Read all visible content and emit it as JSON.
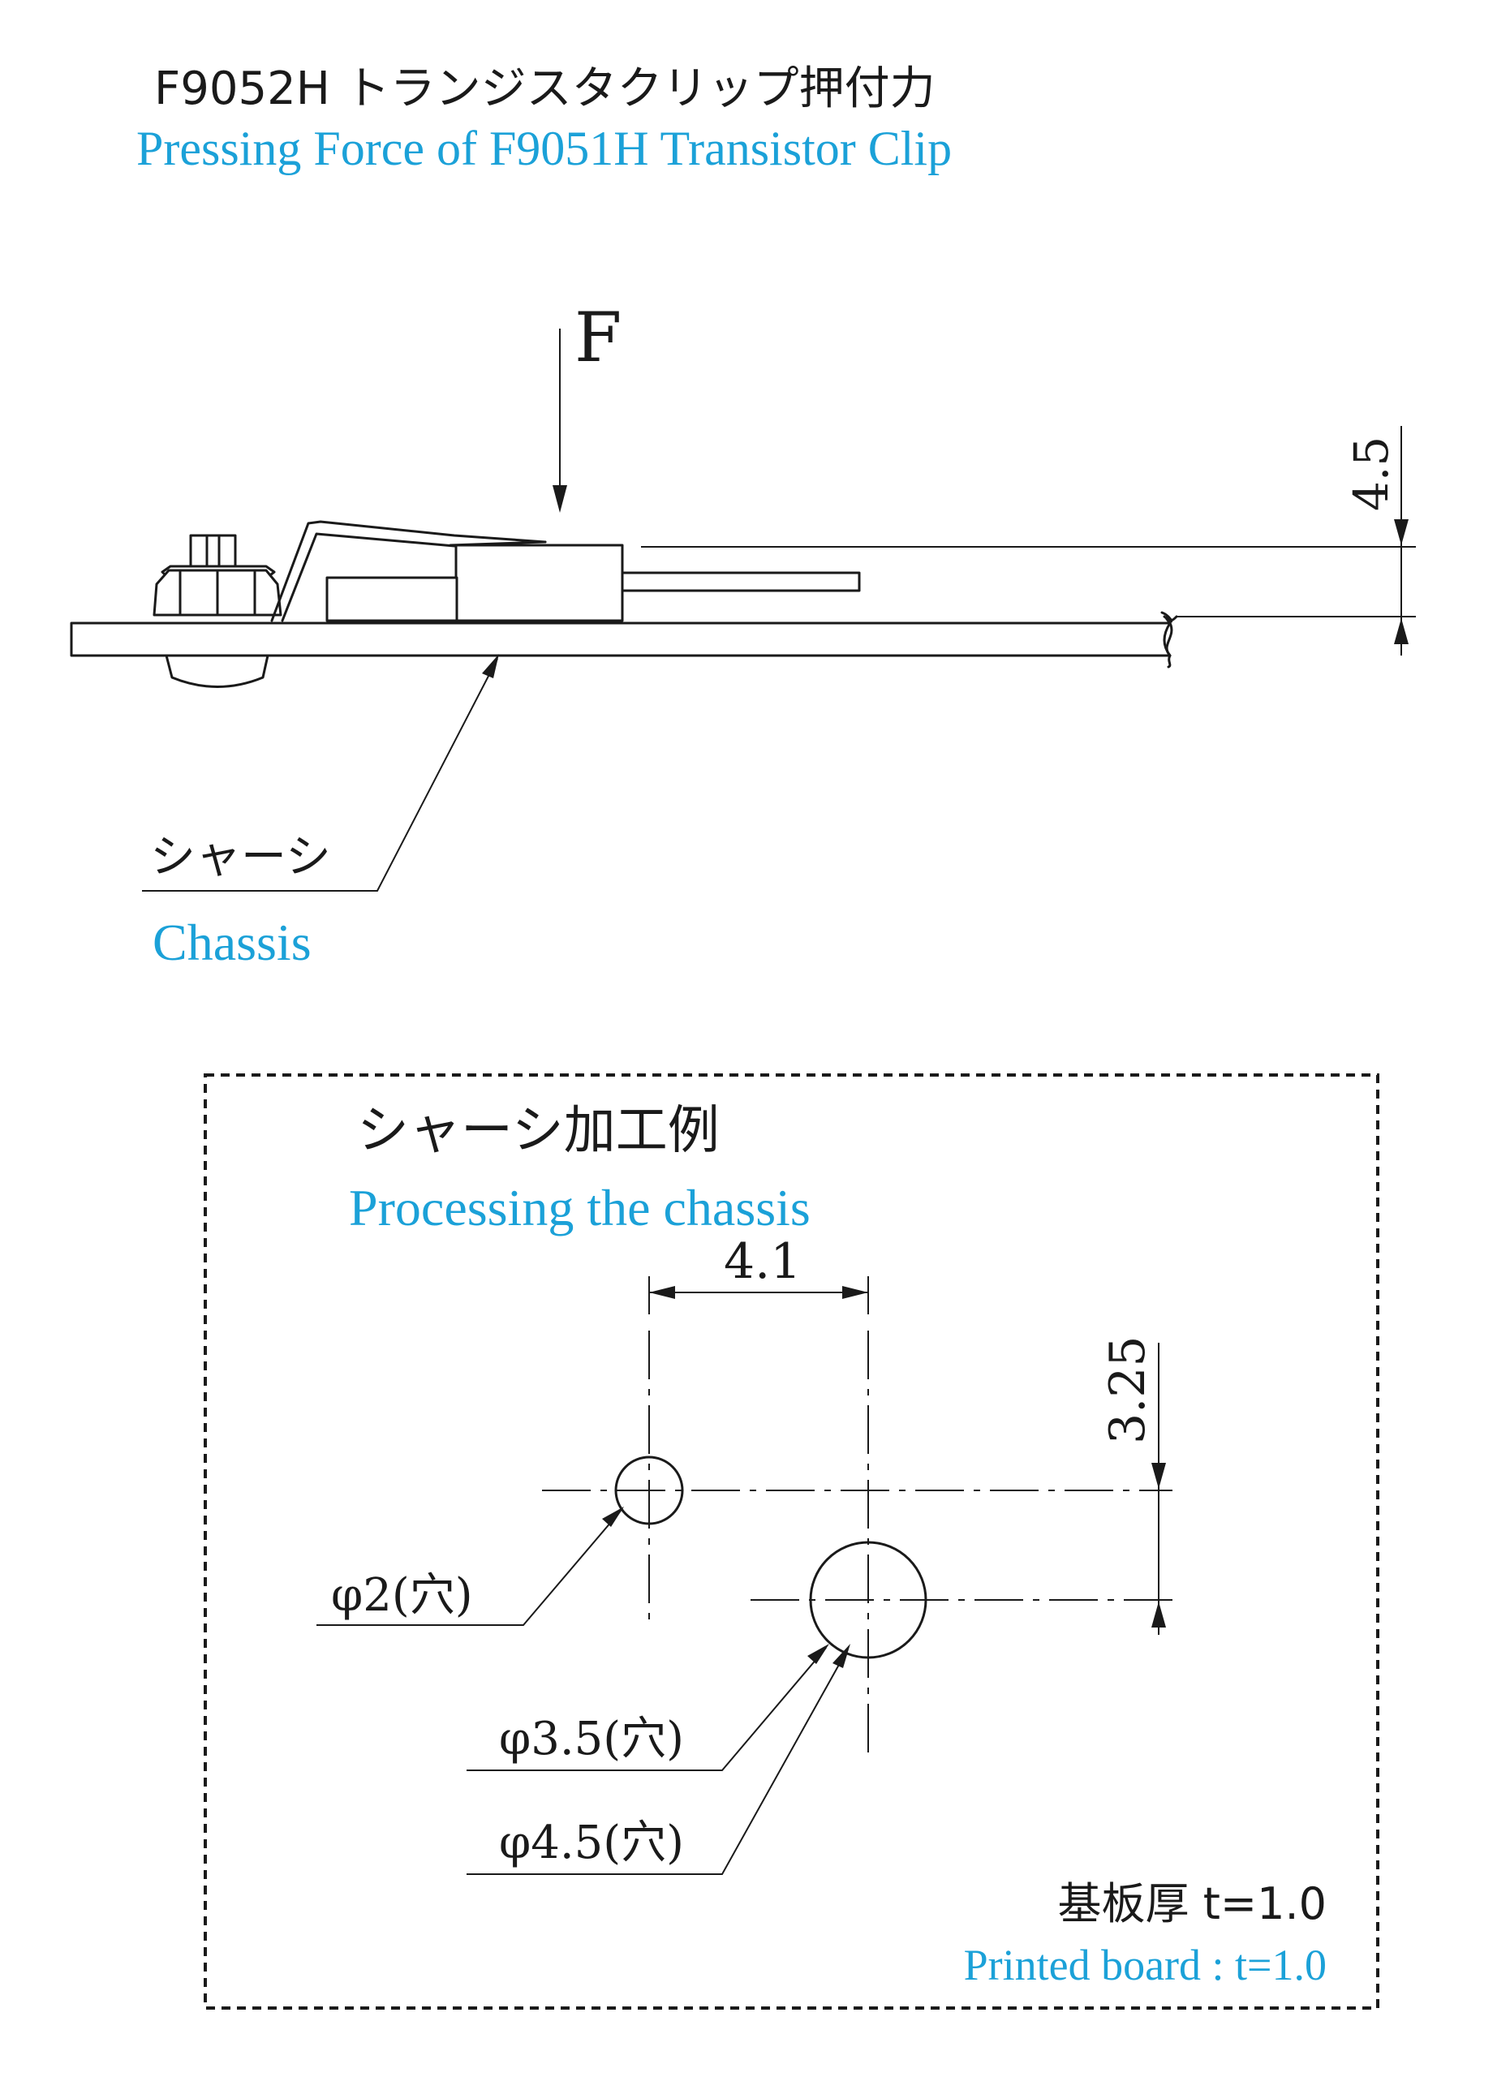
{
  "title": {
    "jp": "F9052H トランジスタクリップ押付力",
    "en": "Pressing Force of F9051H Transistor Clip"
  },
  "side_view": {
    "force_label": "F",
    "height_dim": "4.5",
    "chassis_label": {
      "jp": "シャーシ",
      "en": "Chassis"
    }
  },
  "processing": {
    "heading": {
      "jp": "シャーシ加工例",
      "en": "Processing the chassis"
    },
    "dim_horizontal": "4.1",
    "dim_vertical": "3.25",
    "holes": [
      {
        "label": "φ2(穴)"
      },
      {
        "label": "φ3.5(穴)"
      },
      {
        "label": "φ4.5(穴)"
      }
    ],
    "board_note": {
      "jp": "基板厚 t=1.0",
      "en": "Printed board : t=1.0"
    }
  },
  "colors": {
    "line": "#1a1a1a",
    "english_text": "#1ba1d8"
  }
}
